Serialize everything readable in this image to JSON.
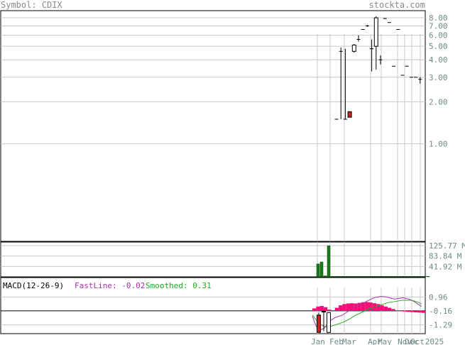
{
  "header": {
    "symbol_label": "Symbol: CDIX",
    "brand": "stockta.com"
  },
  "colors": {
    "grid": "#c8c8c8",
    "frame": "#000000",
    "axis_text": "#6e8a8a",
    "up": "#ffffff",
    "down": "#cc2222",
    "volume": "#1a7a1a",
    "histogram": "#ee1177",
    "fastline": "#aa33aa",
    "smoothed": "#22aa22"
  },
  "chart_data": [
    {
      "type": "candlestick",
      "panel": "price",
      "scale": "log",
      "ylim": [
        0.2,
        9
      ],
      "yticks": [
        {
          "v": 8.0,
          "label": "8.00"
        },
        {
          "v": 7.0,
          "label": "7.00"
        },
        {
          "v": 6.0,
          "label": "6.00"
        },
        {
          "v": 5.0,
          "label": "5.00"
        },
        {
          "v": 4.0,
          "label": "4.00"
        },
        {
          "v": 3.0,
          "label": "3.00"
        },
        {
          "v": 2.0,
          "label": "2.00"
        },
        {
          "v": 1.0,
          "label": "1.00"
        }
      ],
      "xlabels": [
        "Jan",
        "Feb",
        "Mar",
        "Apr",
        "May",
        "Nov",
        "Dec",
        "Oct",
        "2025"
      ],
      "candles": [
        {
          "o": 1.5,
          "h": 1.5,
          "l": 1.5,
          "c": 1.5
        },
        {
          "o": 4.6,
          "h": 4.9,
          "l": 1.5,
          "c": 4.6
        },
        {
          "o": 1.5,
          "h": 4.8,
          "l": 1.5,
          "c": 1.5
        },
        {
          "o": 1.7,
          "h": 1.7,
          "l": 1.55,
          "c": 1.55
        },
        {
          "o": 4.6,
          "h": 5.2,
          "l": 4.5,
          "c": 5.1
        },
        {
          "o": 5.6,
          "h": 6.0,
          "l": 5.4,
          "c": 5.6
        },
        {
          "o": 6.6,
          "h": 6.6,
          "l": 6.6,
          "c": 6.6
        },
        {
          "o": 7.0,
          "h": 7.1,
          "l": 6.9,
          "c": 7.0
        },
        {
          "o": 4.8,
          "h": 5.6,
          "l": 3.3,
          "c": 4.8
        },
        {
          "o": 5.0,
          "h": 8.2,
          "l": 3.4,
          "c": 8.0
        },
        {
          "o": 4.0,
          "h": 4.3,
          "l": 3.7,
          "c": 4.0
        },
        {
          "o": 7.9,
          "h": 7.9,
          "l": 7.9,
          "c": 7.9
        },
        {
          "o": 7.4,
          "h": 7.4,
          "l": 7.4,
          "c": 7.4
        },
        {
          "o": 3.6,
          "h": 3.6,
          "l": 3.6,
          "c": 3.6
        },
        {
          "o": 6.6,
          "h": 6.6,
          "l": 6.6,
          "c": 6.6
        },
        {
          "o": 3.1,
          "h": 3.1,
          "l": 3.1,
          "c": 3.1
        },
        {
          "o": 3.6,
          "h": 3.6,
          "l": 3.6,
          "c": 3.6
        },
        {
          "o": 3.0,
          "h": 3.0,
          "l": 3.0,
          "c": 3.0
        },
        {
          "o": 3.0,
          "h": 3.0,
          "l": 3.0,
          "c": 3.0
        },
        {
          "o": 2.9,
          "h": 3.0,
          "l": 2.7,
          "c": 2.9
        }
      ]
    },
    {
      "type": "bar",
      "panel": "volume",
      "unit": "M",
      "yticks": [
        {
          "v": 125.77,
          "label": "125.77 M"
        },
        {
          "v": 83.84,
          "label": "83.84 M"
        },
        {
          "v": 41.92,
          "label": "41.92 M"
        }
      ],
      "values": [
        52,
        60,
        4,
        125,
        2,
        2,
        2,
        2,
        2,
        2,
        2,
        2,
        2,
        2,
        2,
        2,
        2,
        2,
        2,
        2,
        2,
        2,
        2,
        2,
        2,
        2,
        2,
        2,
        2,
        2,
        2,
        2
      ]
    },
    {
      "type": "line",
      "panel": "macd",
      "title": "MACD(12-26-9)",
      "fastline_label": "FastLine: -0.02",
      "smoothed_label": "Smoothed: 0.31",
      "yticks": [
        {
          "v": 0.96,
          "label": "0.96"
        },
        {
          "v": -0.16,
          "label": "-0.16"
        },
        {
          "v": -1.29,
          "label": "-1.29"
        }
      ],
      "ylim": [
        -2.0,
        1.5
      ],
      "zero": -0.16,
      "histogram": [
        0.2,
        0.35,
        0.4,
        0.3,
        0.1,
        0.05,
        0.25,
        0.45,
        0.55,
        0.6,
        0.62,
        0.6,
        0.65,
        0.7,
        0.72,
        0.68,
        0.62,
        0.55,
        0.45,
        0.35,
        0.25,
        0.15,
        0.05,
        0.0,
        -0.05,
        -0.08,
        -0.1,
        -0.12,
        -0.14,
        -0.16
      ],
      "series": [
        {
          "name": "FastLine",
          "values": [
            -0.6,
            -1.4,
            -1.7,
            -1.6,
            -1.2,
            -0.9,
            -0.7,
            -0.6,
            -0.5,
            -0.3,
            -0.1,
            0.1,
            0.3,
            0.4,
            0.55,
            0.7,
            0.85,
            0.95,
            1.0,
            1.0,
            0.95,
            0.85,
            0.8,
            0.85,
            0.9,
            0.85,
            0.75,
            0.6,
            0.4,
            0.2
          ]
        },
        {
          "name": "Smoothed",
          "values": [
            -0.5,
            -0.9,
            -1.2,
            -1.4,
            -1.5,
            -1.4,
            -1.3,
            -1.2,
            -1.1,
            -0.95,
            -0.8,
            -0.6,
            -0.45,
            -0.3,
            -0.15,
            0.0,
            0.1,
            0.2,
            0.3,
            0.4,
            0.5,
            0.55,
            0.6,
            0.65,
            0.7,
            0.7,
            0.7,
            0.65,
            0.55,
            0.4
          ]
        }
      ],
      "bars": [
        {
          "o": -0.5,
          "h": -0.3,
          "l": -1.9,
          "c": -1.9
        },
        {
          "o": -0.2,
          "h": -0.2,
          "l": -1.8,
          "c": -0.2
        },
        {
          "o": -0.3,
          "h": -0.3,
          "l": -1.9,
          "c": -1.9
        }
      ]
    }
  ]
}
